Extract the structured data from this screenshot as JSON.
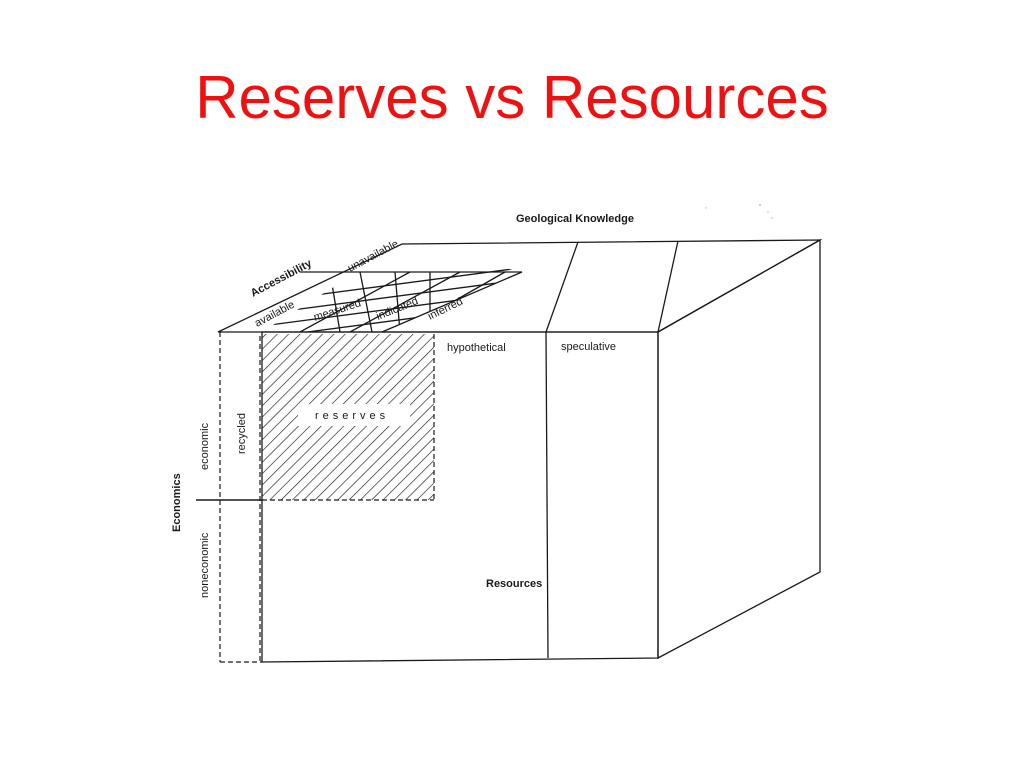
{
  "slide": {
    "title": "Reserves vs Resources"
  },
  "diagram": {
    "axes": {
      "geological_knowledge": "Geological Knowledge",
      "accessibility": "Accessibility",
      "economics": "Economics"
    },
    "accessibility_levels": [
      "unavailable",
      "available"
    ],
    "knowledge_levels": [
      "measured",
      "indicated",
      "inferred",
      "hypothetical",
      "speculative"
    ],
    "economic_levels": [
      "economic",
      "noneconomic"
    ],
    "other_labels": {
      "recycled": "recycled",
      "reserves": "reserves",
      "resources": "Resources"
    },
    "colors": {
      "title": "#ee1111",
      "lines": "#1a1a1a"
    }
  }
}
